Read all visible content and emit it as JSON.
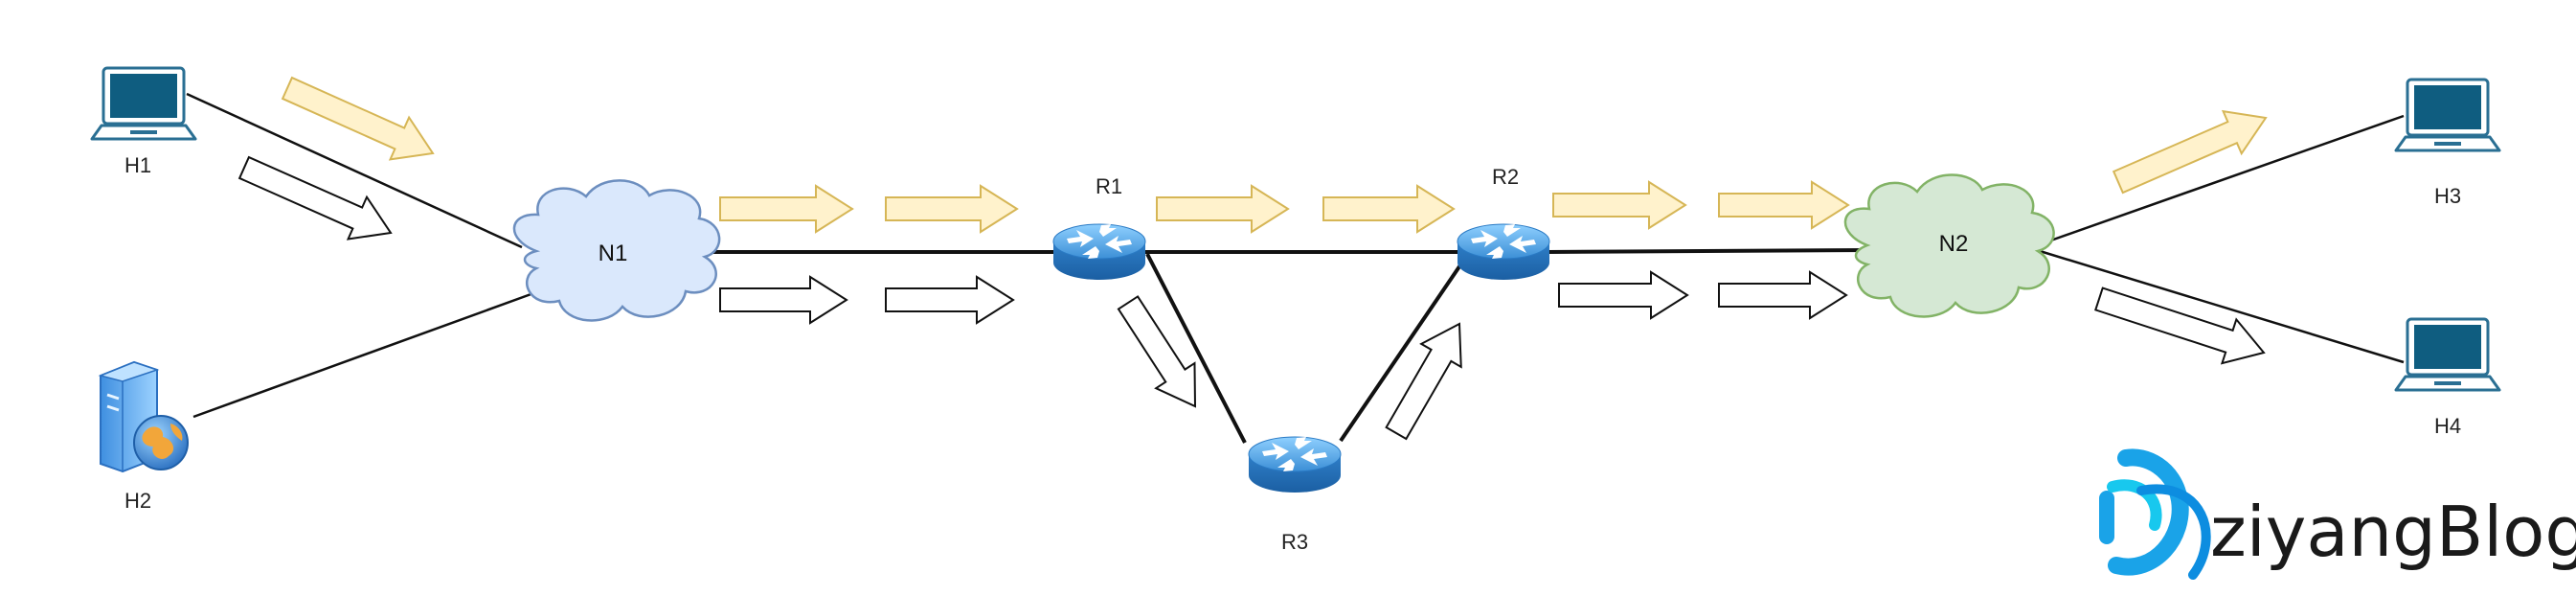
{
  "nodes": {
    "h1": "H1",
    "h2": "H2",
    "h3": "H3",
    "h4": "H4",
    "n1": "N1",
    "n2": "N2",
    "r1": "R1",
    "r2": "R2",
    "r3": "R3"
  },
  "brand": {
    "text": "ziyangBlog"
  },
  "colors": {
    "cloud_n1": "#dae8fc",
    "cloud_n1_stroke": "#6c8ebf",
    "cloud_n2": "#d5e8d4",
    "cloud_n2_stroke": "#82b366",
    "flow_yellow": "#fff2cc",
    "flow_yellow_stroke": "#d6b656",
    "router": "#3a8fd8",
    "brand_blue": "#1aa3e8"
  },
  "icons": {
    "host": "laptop-icon",
    "server": "server-globe-icon",
    "router": "router-icon",
    "cloud": "cloud-icon",
    "brand": "signal-logo-icon"
  }
}
